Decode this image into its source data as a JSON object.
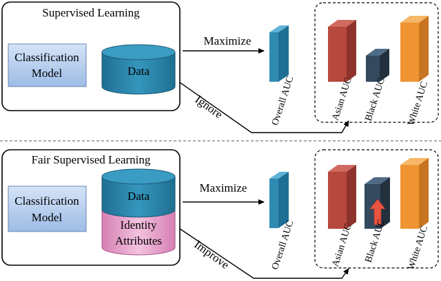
{
  "top": {
    "title": "Supervised Learning",
    "model_label_line1": "Classification",
    "model_label_line2": "Model",
    "data_label": "Data",
    "maximize_label": "Maximize",
    "ignore_label": "Ignore"
  },
  "bottom": {
    "title": "Fair Supervised Learning",
    "model_label_line1": "Classification",
    "model_label_line2": "Model",
    "data_label": "Data",
    "identity_line1": "Identity",
    "identity_line2": "Attributes",
    "maximize_label": "Maximize",
    "improve_label": "Improve"
  },
  "metrics": {
    "overall": "Overall AUC",
    "asian": "Asian AUC",
    "black": "Black AUC",
    "white": "White AUC"
  },
  "colors": {
    "overall": "#2f8bb1",
    "asian": "#b6483e",
    "black": "#34495e",
    "white": "#ee9433",
    "improve_arrow": "#e8533f",
    "model_box": "#a9c6ec",
    "data_cylinder": "#2f8bb1",
    "identity_cylinder": "#e39ac6"
  }
}
